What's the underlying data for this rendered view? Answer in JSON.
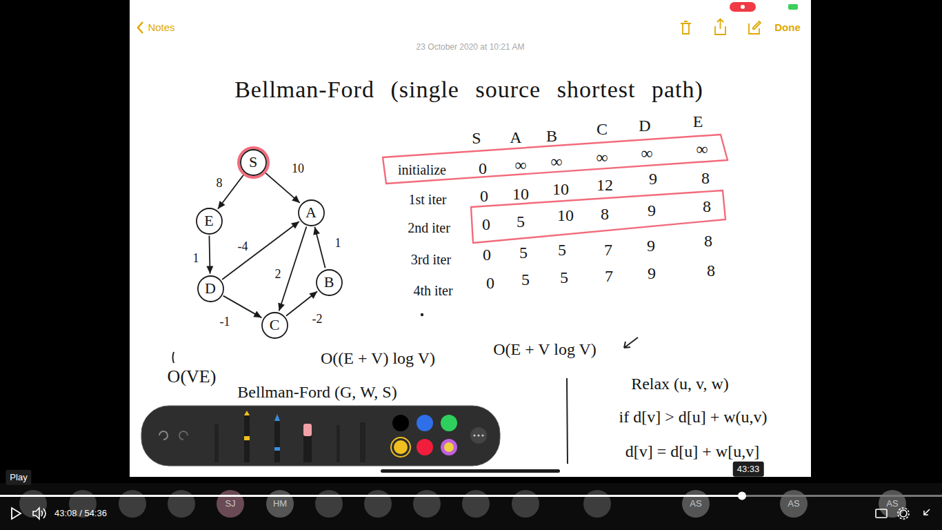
{
  "diagram": {
    "title": "Bellman-Ford (single source shortest path)",
    "nodes": [
      {
        "text": [
          "S"
        ]
      },
      {
        "text": [
          "E"
        ]
      },
      {
        "text": [
          "A"
        ]
      },
      {
        "text": [
          "D"
        ]
      },
      {
        "text": [
          "B"
        ]
      },
      {
        "text": [
          "C"
        ]
      }
    ],
    "edges": [
      {
        "from": 0,
        "to": 1,
        "label": "8",
        "arrow": "to"
      },
      {
        "from": 0,
        "to": 2,
        "label": "10",
        "arrow": "to"
      },
      {
        "from": 1,
        "to": 3,
        "label": "1",
        "arrow": "to"
      },
      {
        "from": 3,
        "to": 2,
        "label": "-4",
        "arrow": "to"
      },
      {
        "from": 3,
        "to": 5,
        "label": "-1",
        "arrow": "to"
      },
      {
        "from": 2,
        "to": 5,
        "label": "2",
        "arrow": "to"
      },
      {
        "from": 5,
        "to": 4,
        "label": "-2",
        "arrow": "to"
      },
      {
        "from": 4,
        "to": 2,
        "label": "1",
        "arrow": "to"
      }
    ],
    "labels": [
      "Notes",
      "23 October 2020 at 10:21 AM",
      "Done",
      "S",
      "A",
      "B",
      "C",
      "D",
      "E",
      "initialize",
      "0",
      "∞",
      "∞",
      "∞",
      "∞",
      "∞",
      "1st iter",
      "0",
      "10",
      "10",
      "12",
      "9",
      "8",
      "2nd iter",
      "0",
      "5",
      "10",
      "8",
      "9",
      "8",
      "3rd iter",
      "0",
      "5",
      "5",
      "7",
      "9",
      "8",
      "4th iter",
      "0",
      "5",
      "5",
      "7",
      "9",
      "8",
      "O(VE)",
      "O((E + V) log V)",
      "O(E + V log V)",
      "Bellman-Ford (G, W, S)",
      "Relax (u, v, w)",
      "if d[v] > d[u] + w(u,v)",
      "d[v] = d[u] + w[u,v]",
      "Play",
      "43:33",
      "43:08 / 54:36",
      "SJ",
      "HM",
      "AS",
      "AS",
      "AS"
    ]
  }
}
